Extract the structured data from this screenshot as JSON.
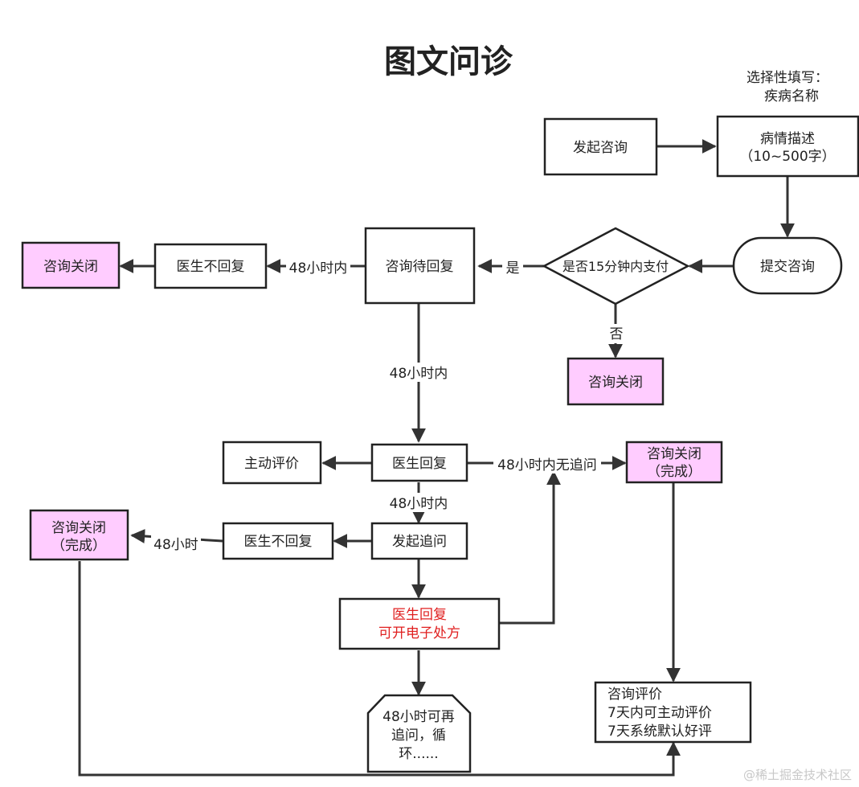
{
  "title": "图文问诊",
  "note": {
    "line1": "选择性填写：",
    "line2": "疾病名称"
  },
  "nodes": {
    "start": "发起咨询",
    "describe": {
      "line1": "病情描述",
      "line2": "（10~500字）"
    },
    "submit": "提交咨询",
    "pay_decision": "是否15分钟内支付",
    "closed_unpaid": "咨询关闭",
    "pending": "咨询待回复",
    "no_reply_1": "医生不回复",
    "closed_no_reply": "咨询关闭",
    "doctor_reply": "医生回复",
    "active_review": "主动评价",
    "closed_done_right": {
      "line1": "咨询关闭",
      "line2": "（完成）"
    },
    "follow_up": "发起追问",
    "no_reply_2": "医生不回复",
    "closed_done_left": {
      "line1": "咨询关闭",
      "line2": "（完成）"
    },
    "reply_rx": {
      "line1": "医生回复",
      "line2": "可开电子处方"
    },
    "loop": {
      "line1": "48小时可再",
      "line2": "追问，循",
      "line3": "环......"
    },
    "evaluation": {
      "line1": "咨询评价",
      "line2": "7天内可主动评价",
      "line3": "7天系统默认好评"
    }
  },
  "edge_labels": {
    "yes": "是",
    "no": "否",
    "within48_left": "48小时内",
    "within48_down": "48小时内",
    "within48_no_followup": "48小时内无追问",
    "within48_followup": "48小时内",
    "h48": "48小时"
  },
  "watermark": "@稀土掘金技术社区",
  "colors": {
    "closed_fill": "#ffccff",
    "highlight_text": "#e02020",
    "stroke": "#222222",
    "arrow": "#333333"
  }
}
